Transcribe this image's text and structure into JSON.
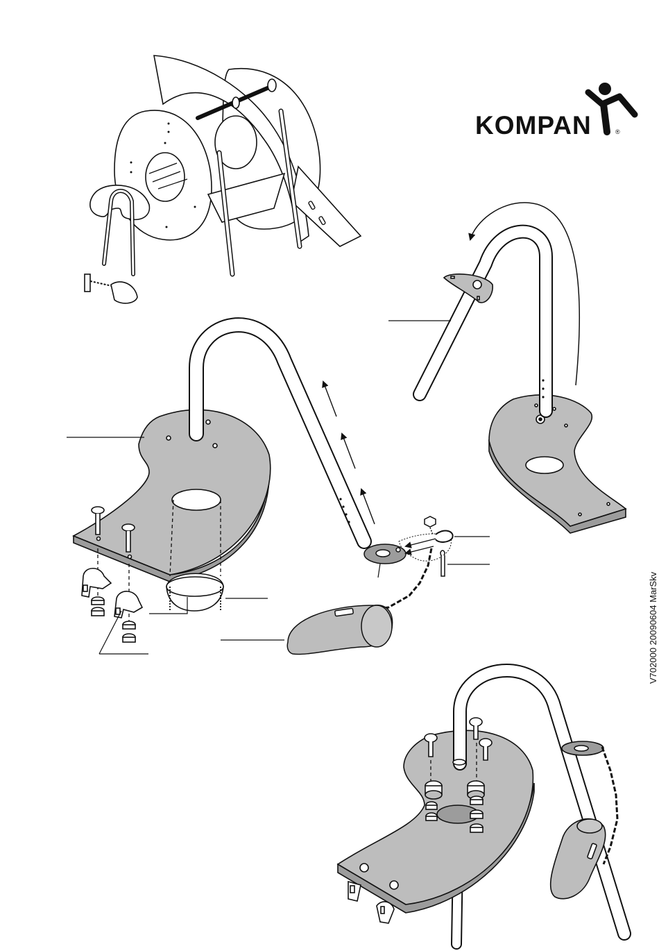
{
  "brand": {
    "wordmark": "KOMPAN",
    "registered_mark": "®",
    "logo_icon": "jumping-figure-icon"
  },
  "document": {
    "reference": "V702000  20090604  MarSkv"
  },
  "colors": {
    "line": "#111111",
    "part_fill": "#bdbdbd",
    "background": "#ffffff"
  },
  "illustrations": [
    "assembled-play-unit",
    "seat-platform-exploded-view",
    "handrail-rotation-detail",
    "shackle-chain-detail",
    "final-assembly-view"
  ]
}
